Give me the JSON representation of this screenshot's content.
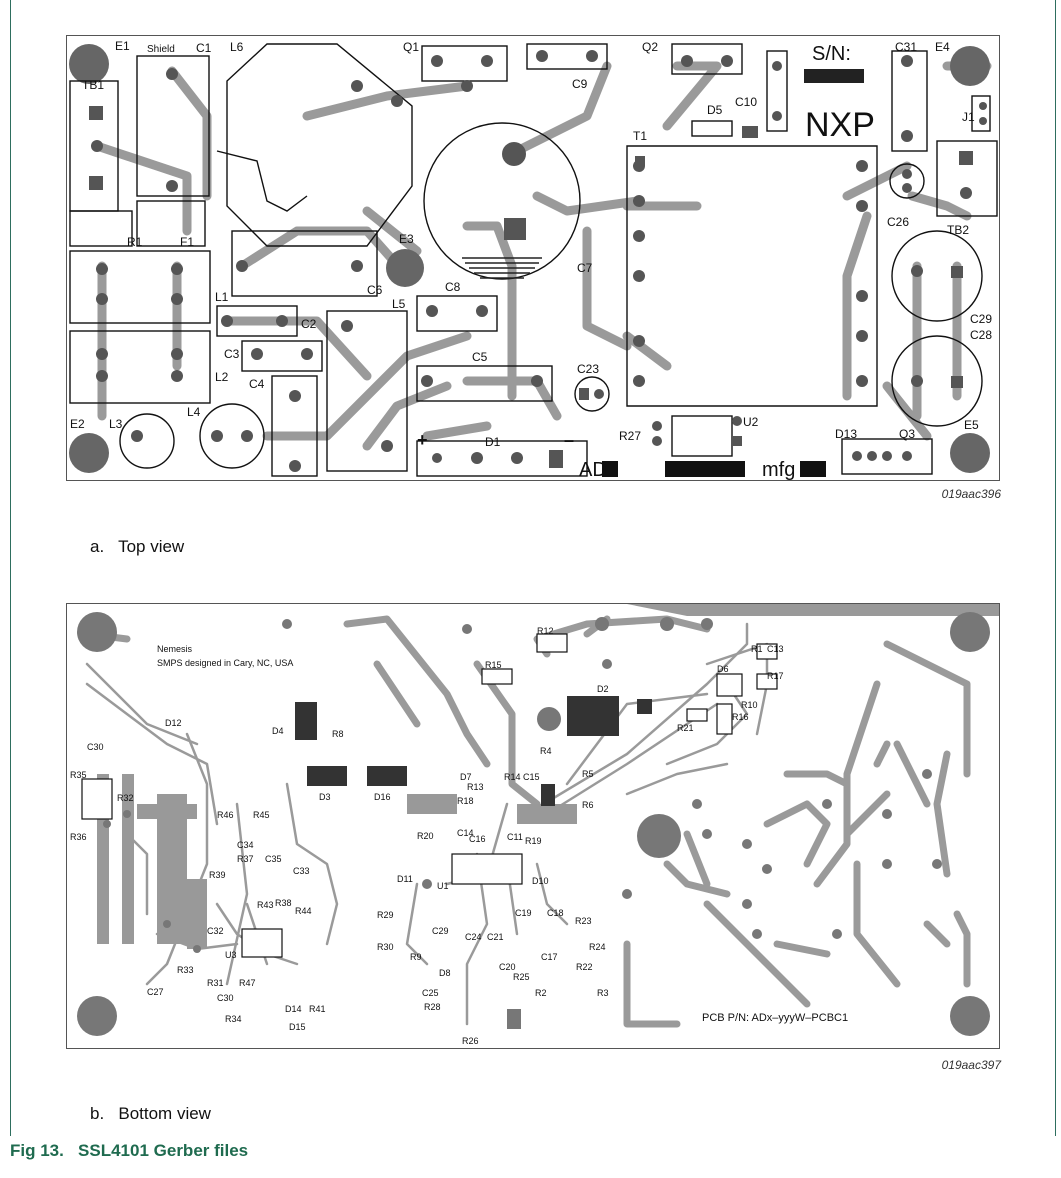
{
  "figure": {
    "number": "Fig 13.",
    "title": "SSL4101 Gerber files"
  },
  "top_view": {
    "caption_letter": "a.",
    "caption_text": "Top view",
    "image_code": "019aac396",
    "labels": {
      "e1": "E1",
      "e2": "E2",
      "e3": "E3",
      "e4": "E4",
      "e5": "E5",
      "shield": "Shield",
      "c1": "C1",
      "l6": "L6",
      "q1": "Q1",
      "c9": "C9",
      "q2": "Q2",
      "sn": "S/N:",
      "c31": "C31",
      "tb1": "TB1",
      "d5": "D5",
      "c10": "C10",
      "nxp": "NXP",
      "j1": "J1",
      "t1": "T1",
      "r1": "R1",
      "f1": "F1",
      "c26": "C26",
      "tb2": "TB2",
      "c7": "C7",
      "c6": "C6",
      "l1": "L1",
      "c8": "C8",
      "l5": "L5",
      "c2": "C2",
      "c3": "C3",
      "c29": "C29",
      "c28": "C28",
      "c5": "C5",
      "l2": "L2",
      "c4": "C4",
      "c23": "C23",
      "l3": "L3",
      "l4": "L4",
      "r27": "R27",
      "u2": "U2",
      "d13": "D13",
      "q3": "Q3",
      "d1": "D1",
      "plus": "+",
      "minus": "–",
      "ad": "AD",
      "mfg": "mfg"
    }
  },
  "bottom_view": {
    "caption_letter": "b.",
    "caption_text": "Bottom view",
    "image_code": "019aac397",
    "board_text_1": "Nemesis",
    "board_text_2": "SMPS designed in Cary, NC, USA",
    "pcb_pn": "PCB P/N: ADx–yyyW–PCBC1",
    "labels": {
      "r12": "R12",
      "r15": "R15",
      "d2": "D2",
      "r1": "R1",
      "c13": "C13",
      "d6": "D6",
      "r17": "R17",
      "r10": "R10",
      "r16": "R16",
      "r21": "R21",
      "d12": "D12",
      "d4": "D4",
      "r8": "R8",
      "c30": "C30",
      "r35": "R35",
      "r32": "R32",
      "r36": "R36",
      "d3": "D3",
      "d16": "D16",
      "r4": "R4",
      "r5": "R5",
      "d7": "D7",
      "r14": "R14",
      "c15": "C15",
      "r6": "R6",
      "r13": "R13",
      "r18": "R18",
      "r46": "R46",
      "r45": "R45",
      "c34": "C34",
      "r20": "R20",
      "c14": "C14",
      "c16": "C16",
      "c11": "C11",
      "r19": "R19",
      "r37": "R37",
      "r39": "R39",
      "c35": "C35",
      "c33": "C33",
      "d11": "D11",
      "u1": "U1",
      "d10": "D10",
      "r43": "R43",
      "r38": "R38",
      "r44": "R44",
      "r29": "R29",
      "c19": "C19",
      "c18": "C18",
      "r23": "R23",
      "c32": "C32",
      "u3": "U3",
      "c29": "C29",
      "c24": "C24",
      "c21": "C21",
      "r24": "R24",
      "r30": "R30",
      "r9": "R9",
      "c17": "C17",
      "c20": "C20",
      "r25": "R25",
      "r22": "R22",
      "r33": "R33",
      "d8": "D8",
      "r31": "R31",
      "r47": "R47",
      "c25": "C25",
      "r2": "R2",
      "r3": "R3",
      "c27": "C27",
      "r28": "R28",
      "c30b": "C30",
      "d14": "D14",
      "r41": "R41",
      "r34": "R34",
      "d15": "D15",
      "r26": "R26"
    }
  }
}
